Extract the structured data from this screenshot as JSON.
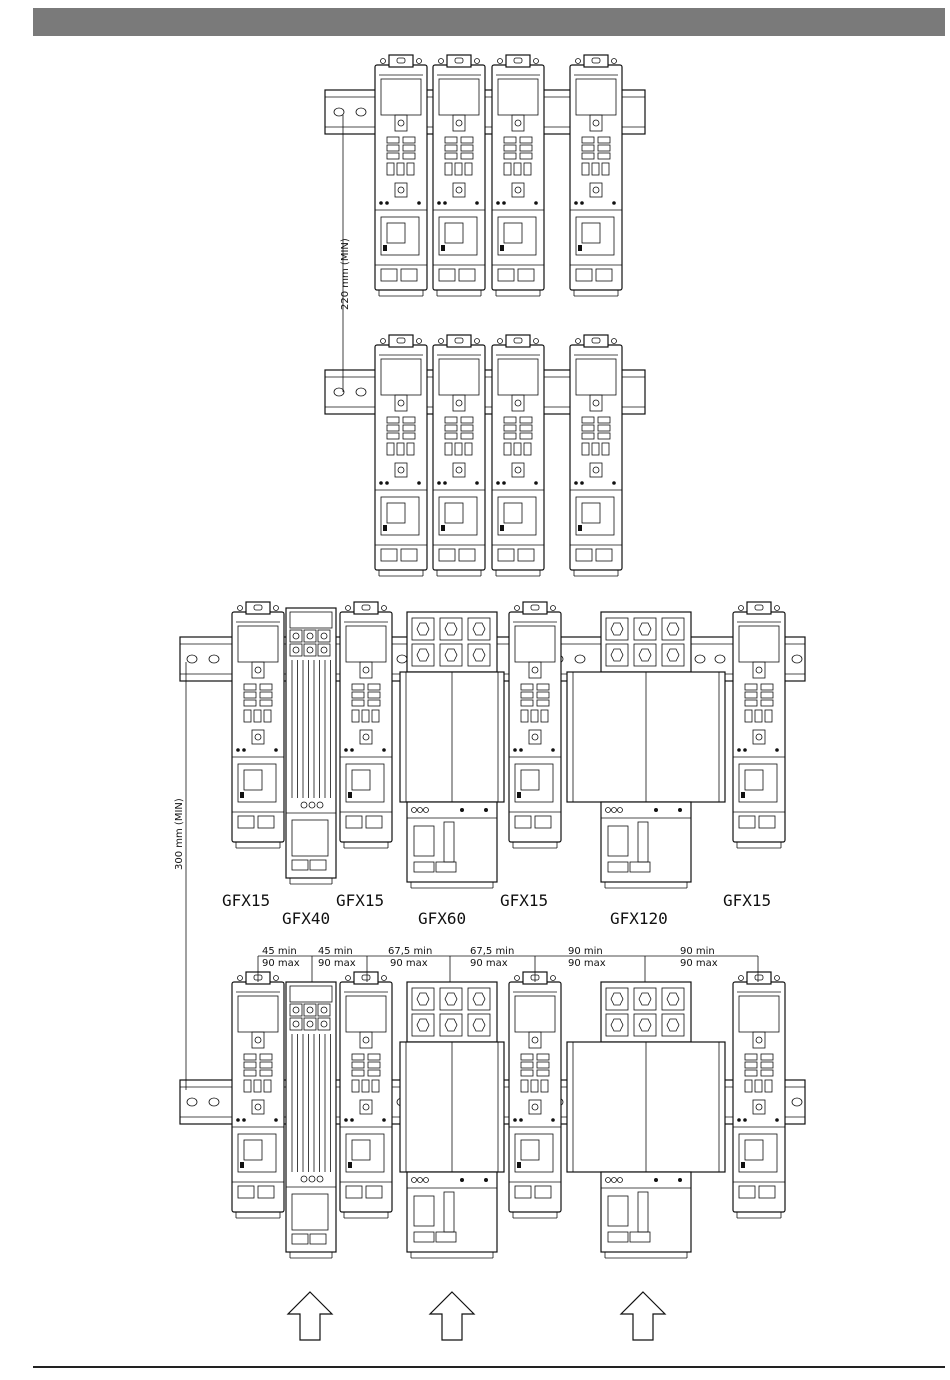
{
  "diagram": {
    "top_spacing_label": "220 mm (MIN)",
    "bottom_spacing_label": "300 mm (MIN)",
    "models": [
      {
        "label": "GFX15",
        "row": "upper"
      },
      {
        "label": "GFX40",
        "row": "lower"
      },
      {
        "label": "GFX15",
        "row": "upper"
      },
      {
        "label": "GFX60",
        "row": "lower"
      },
      {
        "label": "GFX15",
        "row": "upper"
      },
      {
        "label": "GFX120",
        "row": "lower"
      },
      {
        "label": "GFX15",
        "row": "upper"
      }
    ],
    "spacing_dims": [
      {
        "min": "45  min",
        "max": "90  max"
      },
      {
        "min": "45  min",
        "max": "90  max"
      },
      {
        "min": "67,5  min",
        "max": "90  max"
      },
      {
        "min": "67,5  min",
        "max": "90  max"
      },
      {
        "min": "90  min",
        "max": "90  max"
      },
      {
        "min": "90  min",
        "max": "90  max"
      }
    ],
    "airflow_arrows": 3
  }
}
